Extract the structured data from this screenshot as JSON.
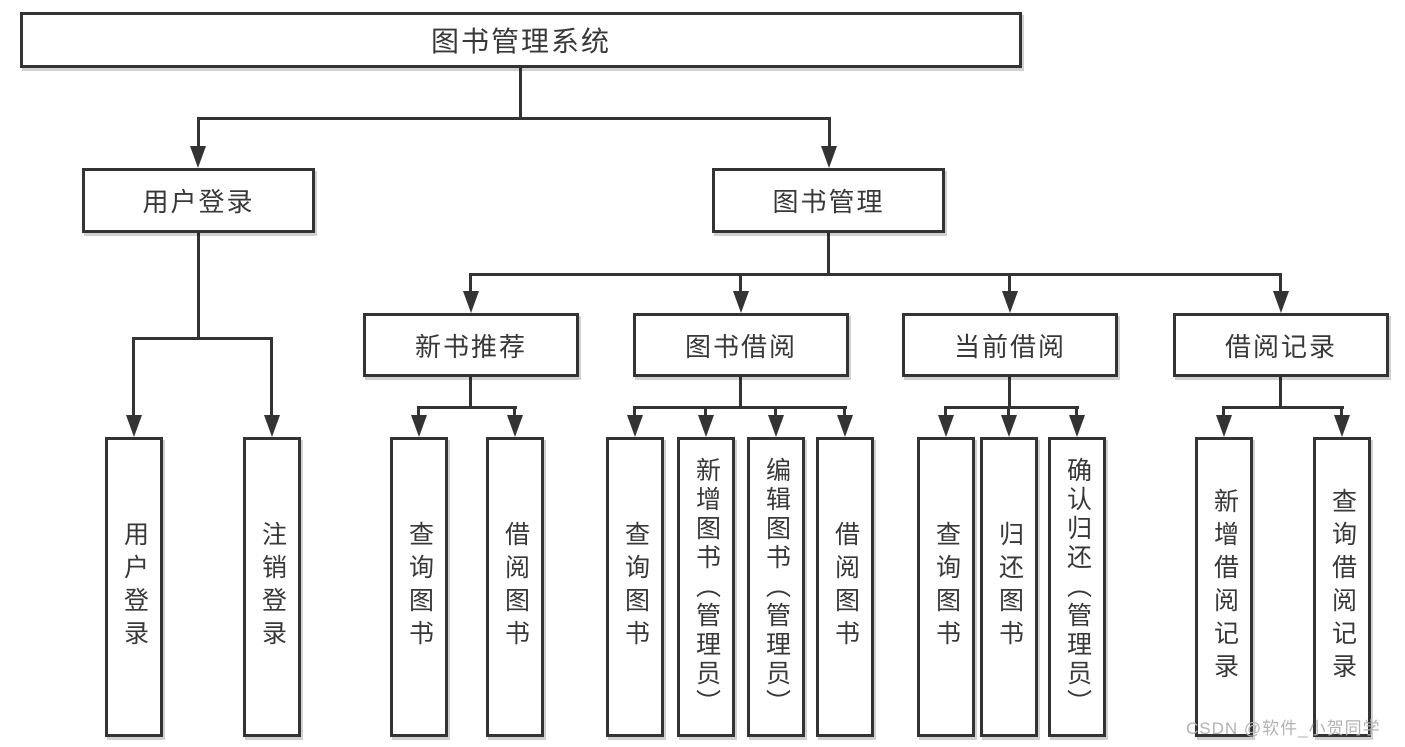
{
  "tree": {
    "label": "图书管理系统",
    "children": [
      {
        "label": "用户登录",
        "children": [
          {
            "label": "用户登录"
          },
          {
            "label": "注销登录"
          }
        ]
      },
      {
        "label": "图书管理",
        "children": [
          {
            "label": "新书推荐",
            "children": [
              {
                "label": "查询图书"
              },
              {
                "label": "借阅图书"
              }
            ]
          },
          {
            "label": "图书借阅",
            "children": [
              {
                "label": "查询图书"
              },
              {
                "label": "新增图书（管理员）"
              },
              {
                "label": "编辑图书（管理员）"
              },
              {
                "label": "借阅图书"
              }
            ]
          },
          {
            "label": "当前借阅",
            "children": [
              {
                "label": "查询图书"
              },
              {
                "label": "归还图书"
              },
              {
                "label": "确认归还（管理员）"
              }
            ]
          },
          {
            "label": "借阅记录",
            "children": [
              {
                "label": "新增借阅记录"
              },
              {
                "label": "查询借阅记录"
              }
            ]
          }
        ]
      }
    ]
  },
  "watermark": "CSDN @软件_小贺同学",
  "style": {
    "line_color": "#333333",
    "text_color": "#383838",
    "watermark_color": "#b3b3b3",
    "background": "#ffffff"
  }
}
